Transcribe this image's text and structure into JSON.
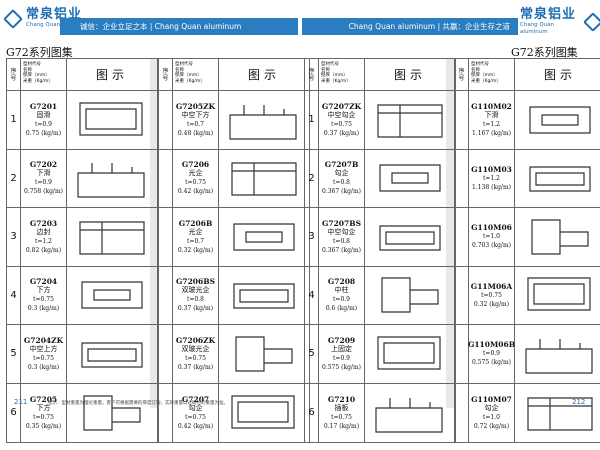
{
  "header": {
    "brand_cn": "常泉铝业",
    "brand_en": "Chang Quan aluminum",
    "slogan_left": "诚信：企业立足之本 | Chang Quan aluminum",
    "slogan_right": "Chang Quan aluminum | 共赢：企业生存之道"
  },
  "series_title": "G72系列图集",
  "table_header": {
    "seq_cn": "序",
    "seq_cn2": "号",
    "info_lines": [
      "型材代号",
      "名称",
      "壁厚（mm）",
      "米重（Kg/m）"
    ],
    "figure": "图示"
  },
  "tables": [
    {
      "rows": [
        {
          "seq": "1",
          "model": "G7201",
          "name": "固滑",
          "thick": "t=0.9",
          "weight": "0.75 (kg/m)"
        },
        {
          "seq": "2",
          "model": "G7202",
          "name": "下滑",
          "thick": "t=0.9",
          "weight": "0.758 (kg/m)"
        },
        {
          "seq": "3",
          "model": "G7203",
          "name": "边封",
          "thick": "t=1.2",
          "weight": "0.82 (kg/m)"
        },
        {
          "seq": "4",
          "model": "G7204",
          "name": "下方",
          "thick": "t=0.75",
          "weight": "0.3 (kg/m)"
        },
        {
          "seq": "5",
          "model": "G7204ZK",
          "name": "中空上方",
          "thick": "t=0.75",
          "weight": "0.3 (kg/m)"
        },
        {
          "seq": "6",
          "model": "G7205",
          "name": "下方",
          "thick": "t=0.75",
          "weight": "0.35 (kg/m)"
        }
      ]
    },
    {
      "rows": [
        {
          "model": "G7205ZK",
          "name": "中空下方",
          "thick": "t=0.7",
          "weight": "0.48 (kg/m)"
        },
        {
          "model": "G7206",
          "name": "光企",
          "thick": "t=0.75",
          "weight": "0.42 (kg/m)"
        },
        {
          "model": "G7206B",
          "name": "光企",
          "thick": "t=0.7",
          "weight": "0.32 (kg/m)"
        },
        {
          "model": "G7206BS",
          "name": "双玻光企",
          "thick": "t=0.8",
          "weight": "0.37 (kg/m)"
        },
        {
          "model": "G7206ZK",
          "name": "双玻光企",
          "thick": "t=0.75",
          "weight": "0.37 (kg/m)"
        },
        {
          "model": "G7207",
          "name": "勾企",
          "thick": "t=0.75",
          "weight": "0.42 (kg/m)"
        }
      ]
    },
    {
      "rows": [
        {
          "seq": "1",
          "model": "G7207ZK",
          "name": "中空勾企",
          "thick": "t=0.75",
          "weight": "0.37 (kg/m)"
        },
        {
          "seq": "2",
          "model": "G7207B",
          "name": "勾企",
          "thick": "t=0.8",
          "weight": "0.367 (kg/m)"
        },
        {
          "seq": "3",
          "model": "G7207BS",
          "name": "中空勾企",
          "thick": "t=0.8",
          "weight": "0.367 (kg/m)"
        },
        {
          "seq": "4",
          "model": "G7208",
          "name": "中柱",
          "thick": "t=0.9",
          "weight": "0.6 (kg/m)"
        },
        {
          "seq": "5",
          "model": "G7209",
          "name": "上固定",
          "thick": "t=0.9",
          "weight": "0.575 (kg/m)"
        },
        {
          "seq": "6",
          "model": "G7210",
          "name": "插板",
          "thick": "t=0.75",
          "weight": "0.17 (kg/m)"
        }
      ]
    },
    {
      "rows": [
        {
          "model": "G110M02",
          "name": "下滑",
          "thick": "t=1.2",
          "weight": "1.167 (kg/m)"
        },
        {
          "model": "G110M03",
          "name": "",
          "thick": "t=1.2",
          "weight": "1.138 (kg/m)"
        },
        {
          "model": "G110M06",
          "name": "",
          "thick": "t=1.0",
          "weight": "0.703 (kg/m)"
        },
        {
          "model": "G11M06A",
          "name": "",
          "thick": "t=0.75",
          "weight": "0.32 (kg/m)"
        },
        {
          "model": "G110M06B",
          "name": "",
          "thick": "t=0.9",
          "weight": "0.575 (kg/m)"
        },
        {
          "model": "G110M07",
          "name": "勾企",
          "thick": "t=1.0",
          "weight": "0.72 (kg/m)"
        }
      ]
    }
  ],
  "footer_note": "提示：型材重量为理论重量，客户可根据需要的厚度订购，实际重量以过磅时的重量为准。",
  "page_left": "211",
  "page_right": "212"
}
